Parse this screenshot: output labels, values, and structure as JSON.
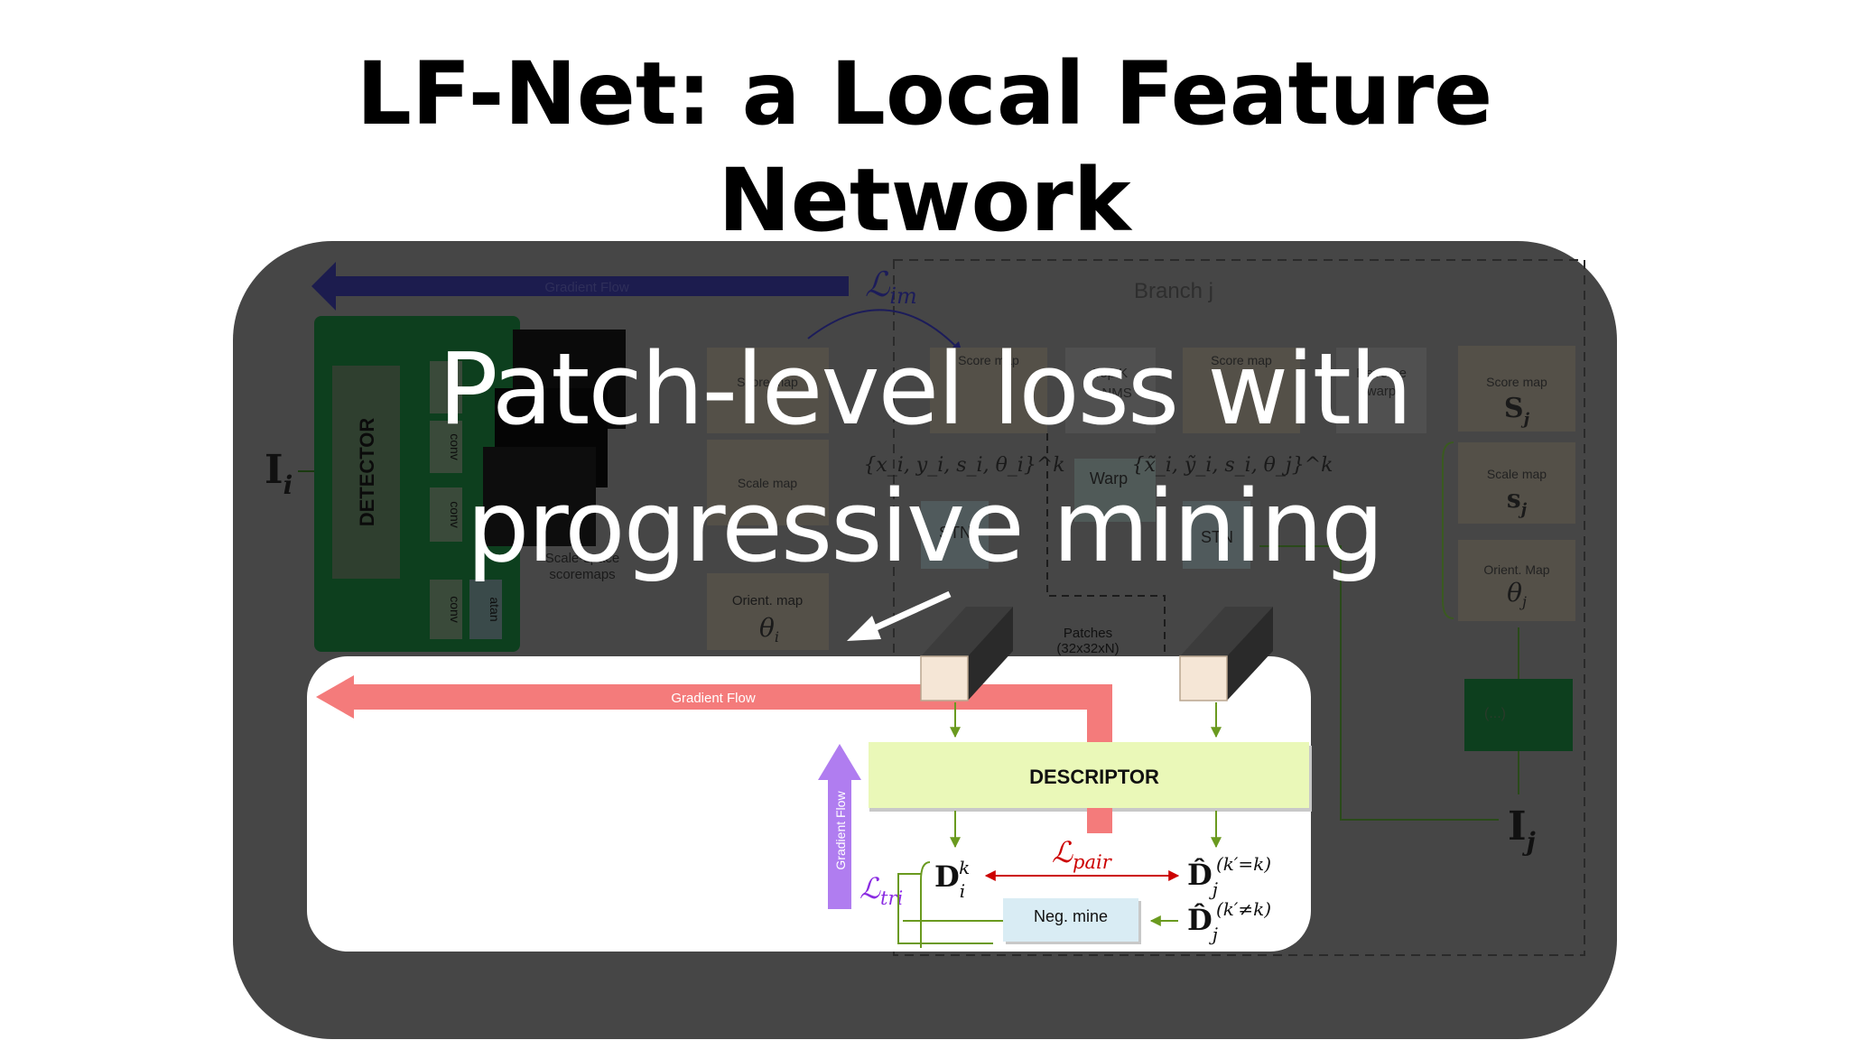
{
  "slide": {
    "title_line1": "LF-Net: a Local Feature",
    "title_line2": "Network",
    "overlay_line1": "Patch-level loss with",
    "overlay_line2": "progressive mining"
  },
  "diagram": {
    "gradient_flow_top": "Gradient Flow",
    "loss_im": "ℒ",
    "loss_im_sub": "im",
    "branch_label": "Branch j",
    "input_i": "I",
    "input_i_sub": "i",
    "detector": "DETECTOR",
    "conv_label": "conv",
    "atan_label": "atan",
    "scale_space": "Scale-space",
    "scoremaps": "scoremaps",
    "score_map": "Score map",
    "scale_map": "Scale map",
    "orient_map_i": "Orient. map",
    "orient_map_j": "Orient. Map",
    "top_k": "Top K",
    "and_nms": "& NMS",
    "reverse": "Reverse",
    "warp_small": "warp",
    "warp": "Warp",
    "stn": "STN",
    "keypoints_i": "{x_i, y_i, s_i, θ_i}^k",
    "keypoints_j": "{x̃_i, ỹ_i, s_i, θ_j}^k",
    "patches": "Patches",
    "patches_size": "(32x32xN)",
    "ellipsis": "(...)",
    "input_j": "I",
    "input_j_sub": "j",
    "gradient_flow_bottom": "Gradient Flow",
    "gradient_flow_vertical": "Gradient Flow",
    "descriptor": "DESCRIPTOR",
    "loss_pair": "ℒ",
    "loss_pair_sub": "pair",
    "loss_tri": "ℒ",
    "loss_tri_sub": "tri",
    "d_i": "D",
    "d_i_sub": "i",
    "d_i_sup": "k",
    "d_j": "D̂",
    "d_j_sub": "j",
    "d_j_pos_sup": "(k′=k)",
    "d_j_neg_sup": "(k′≠k)",
    "neg_mine": "Neg. mine"
  },
  "colors": {
    "dark_overlay": "#464646",
    "detector_green": "#0d4a24",
    "gradient_red": "#f47b7b",
    "descriptor_green": "#eaf8b8",
    "gradient_purple": "#b07df0",
    "loss_pair_red": "#cc0000",
    "loss_tri_purple": "#8a2be2",
    "neg_mine_blue": "#d9ecf4",
    "arrow_green": "#6a9a1f"
  }
}
